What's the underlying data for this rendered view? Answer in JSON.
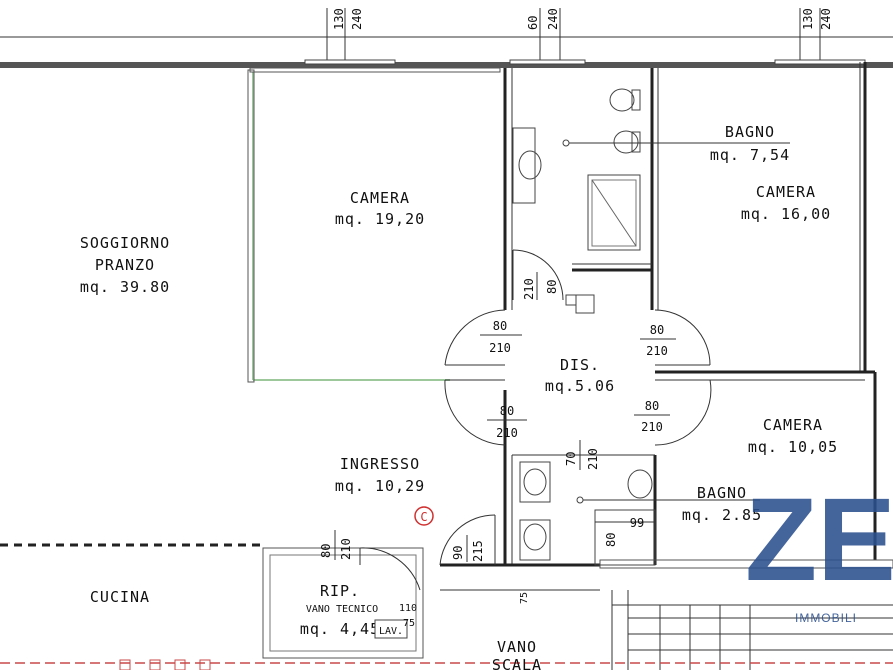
{
  "top_dims": [
    {
      "a": "130",
      "b": "240"
    },
    {
      "a": "60",
      "b": "240"
    },
    {
      "a": "130",
      "b": "240"
    }
  ],
  "rooms": {
    "soggiorno": {
      "line1": "SOGGIORNO",
      "line2": "PRANZO",
      "area": "mq. 39.80"
    },
    "camera1": {
      "name": "CAMERA",
      "area": "mq. 19,20"
    },
    "bagno1": {
      "name": "BAGNO",
      "area": "mq. 7,54"
    },
    "camera2": {
      "name": "CAMERA",
      "area": "mq. 16,00"
    },
    "dis": {
      "name": "DIS.",
      "area": "mq.5.06"
    },
    "camera3": {
      "name": "CAMERA",
      "area": "mq. 10,05"
    },
    "ingresso": {
      "name": "INGRESSO",
      "area": "mq. 10,29"
    },
    "bagno2": {
      "name": "BAGNO",
      "area": "mq. 2.85"
    },
    "cucina": {
      "name": "CUCINA"
    },
    "rip": {
      "name": "RIP.",
      "sub": "VANO TECNICO",
      "area": "mq. 4,45"
    },
    "vano_scala": {
      "line1": "VANO",
      "line2": "SCALA"
    },
    "lav": {
      "name": "LAV."
    }
  },
  "doors": {
    "d_bagno": {
      "w": "210",
      "h": "80"
    },
    "d_camera1": {
      "w": "80",
      "h": "210"
    },
    "d_camera2": {
      "w": "80",
      "h": "210"
    },
    "d_ingresso": {
      "w": "80",
      "h": "210"
    },
    "d_camera3": {
      "w": "80",
      "h": "210"
    },
    "d_bagno2": {
      "a": "70",
      "b": "210"
    },
    "d_rip": {
      "a": "80",
      "b": "210"
    },
    "d_entry": {
      "a": "90",
      "b": "215"
    },
    "d_99": "99",
    "d_80": "80",
    "d_110": "110",
    "d_75a": "75",
    "d_75b": "75"
  },
  "copyright_symbol": "C",
  "watermark": {
    "letters": "ZE",
    "text": "IMMOBILI",
    "color": "#2b4f8f"
  }
}
